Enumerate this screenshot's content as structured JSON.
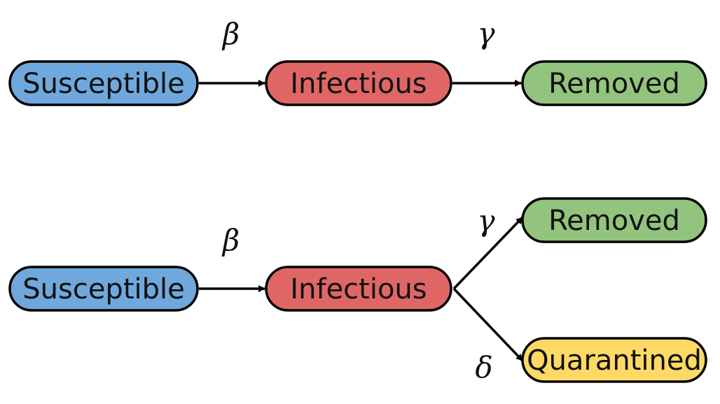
{
  "model_sir": {
    "nodes": {
      "susceptible": {
        "label": "Susceptible",
        "color": "#6fa8dc"
      },
      "infectious": {
        "label": "Infectious",
        "color": "#e06666"
      },
      "removed": {
        "label": "Removed",
        "color": "#93c47d"
      }
    },
    "rates": {
      "infection": "β",
      "removal": "γ"
    }
  },
  "model_siqr": {
    "nodes": {
      "susceptible": {
        "label": "Susceptible",
        "color": "#6fa8dc"
      },
      "infectious": {
        "label": "Infectious",
        "color": "#e06666"
      },
      "removed": {
        "label": "Removed",
        "color": "#93c47d"
      },
      "quarantined": {
        "label": "Quarantined",
        "color": "#ffd966"
      }
    },
    "rates": {
      "infection": "β",
      "removal": "γ",
      "quarantine": "δ"
    }
  }
}
